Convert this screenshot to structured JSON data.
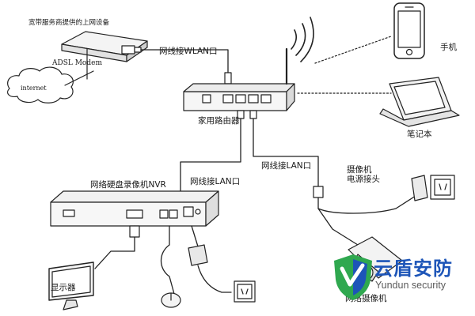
{
  "labels": {
    "isp_device": "宽带服务商提供的上网设备",
    "adsl_modem": "ADSL Modem",
    "internet": "internet",
    "wan_port": "网线接WLAN口",
    "router": "家用路由器",
    "phone": "手机",
    "laptop": "笔记本",
    "nvr": "网络硬盘录像机NVR",
    "lan_port_nvr": "网线接LAN口",
    "lan_port_camera": "网线接LAN口",
    "camera_power": "摄像机\n电源接头",
    "monitor": "显示器",
    "ip_camera": "网络摄像机"
  },
  "watermark": {
    "title": "云盾安防",
    "subtitle": "Yundun security",
    "colors": {
      "blue": "#1d55b8",
      "green": "#2fa84f",
      "gray": "#5a5a5a"
    }
  },
  "icons": {
    "modem": "modem-icon",
    "router": "router-icon",
    "phone": "phone-icon",
    "laptop": "laptop-icon",
    "nvr": "nvr-icon",
    "monitor": "monitor-icon",
    "mouse": "mouse-icon",
    "power_adapter": "power-adapter-icon",
    "wall_socket": "wall-socket-icon",
    "camera": "camera-icon",
    "cloud": "cloud-icon",
    "wifi": "wifi-waves-icon",
    "shield": "shield-logo-icon"
  }
}
